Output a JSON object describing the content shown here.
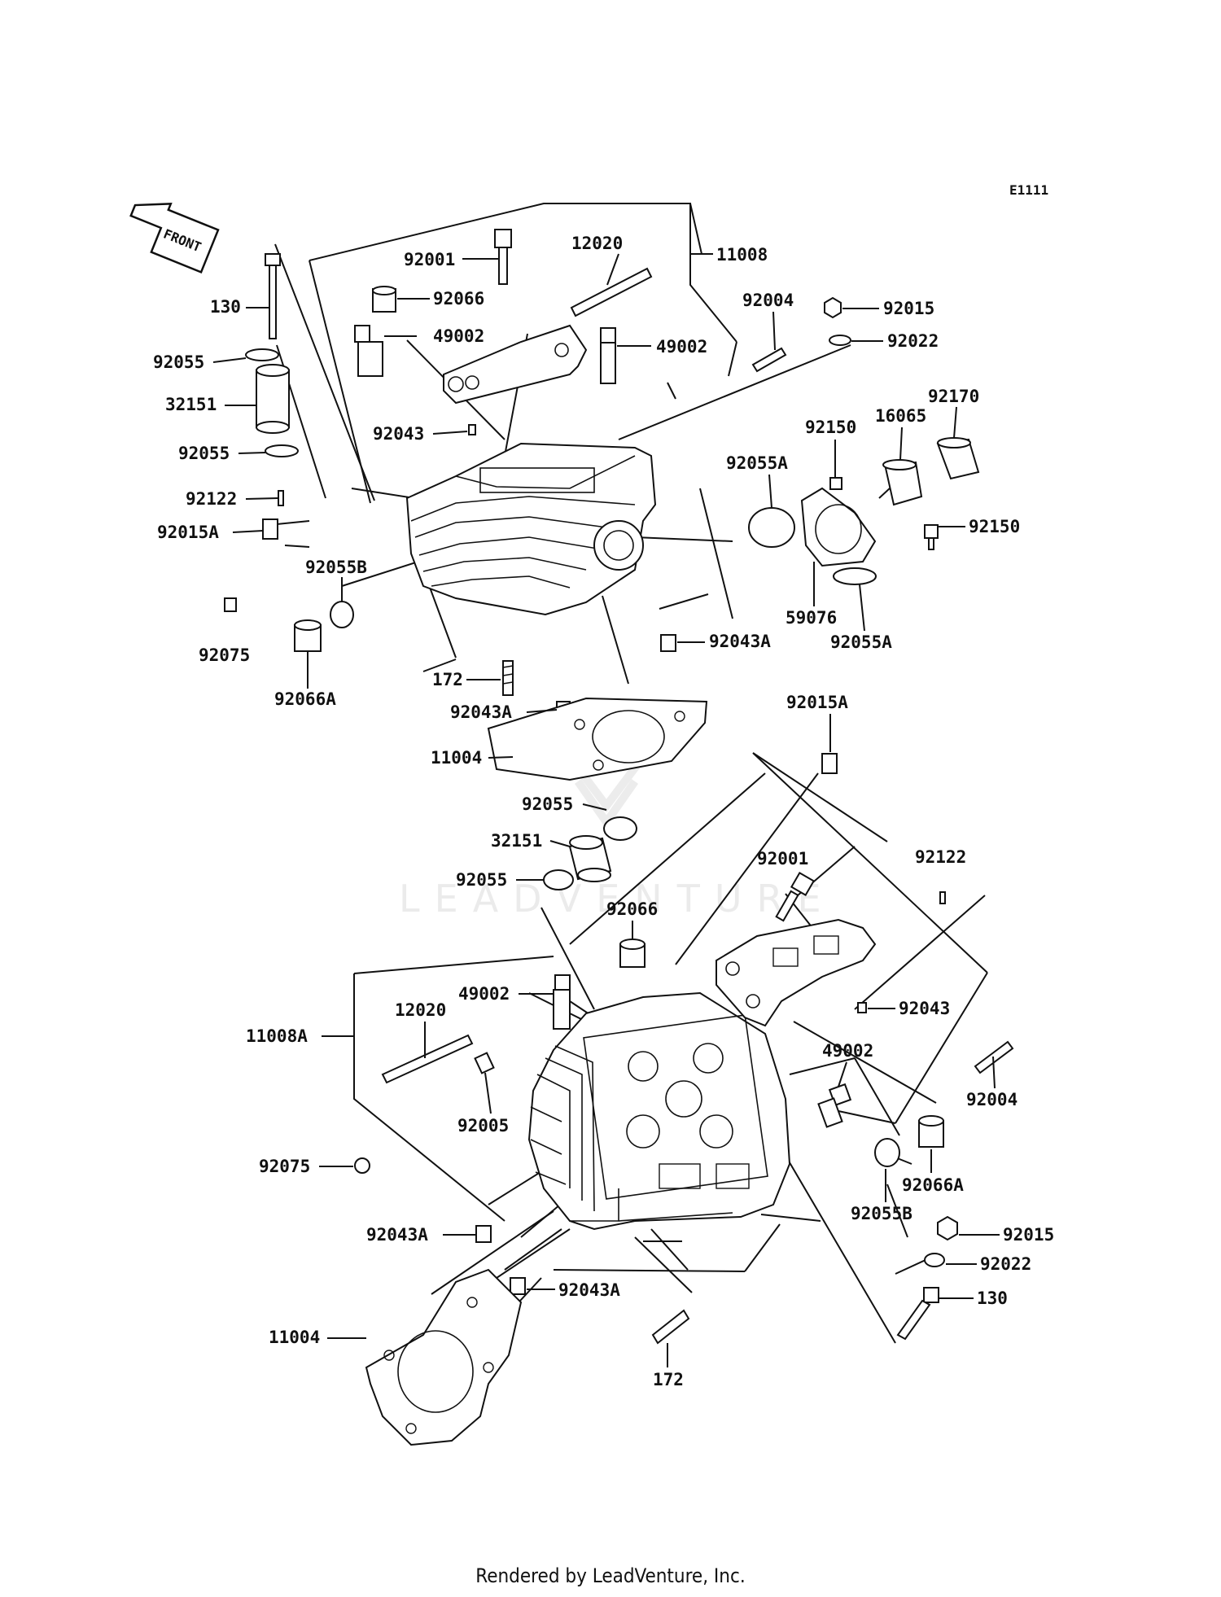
{
  "diagram_code": "E1111",
  "front_arrow_label": "FRONT",
  "watermark": "LEADVENTURE",
  "footer": "Rendered by LeadVenture, Inc.",
  "labels": {
    "front_cylinder": {
      "p130": "130",
      "p92055_top": "92055",
      "p32151": "32151",
      "p92055_bottom": "92055",
      "p92122": "92122",
      "p92015A": "92015A",
      "p92055B": "92055B",
      "p92075": "92075",
      "p92066A": "92066A",
      "p172": "172",
      "p92043A_mid": "92043A",
      "p11004": "11004",
      "p92001": "92001",
      "p92066": "92066",
      "p49002_left": "49002",
      "p12020": "12020",
      "p49002_right": "49002",
      "p11008": "11008",
      "p92004": "92004",
      "p92015": "92015",
      "p92022": "92022",
      "p92043": "92043",
      "p92170": "92170",
      "p92150_top": "92150",
      "p16065": "16065",
      "p92055A_top": "92055A",
      "p92150_right": "92150",
      "p59076": "59076",
      "p92055A_bottom": "92055A",
      "p92043A_right": "92043A"
    },
    "rear_cylinder": {
      "p92015A": "92015A",
      "p92055_top": "92055",
      "p32151": "32151",
      "p92055_bottom": "92055",
      "p92001": "92001",
      "p92122": "92122",
      "p92066": "92066",
      "p49002_left": "49002",
      "p92043": "92043",
      "p11008A": "11008A",
      "p12020": "12020",
      "p49002_right": "49002",
      "p92005": "92005",
      "p92004": "92004",
      "p92075": "92075",
      "p92066A": "92066A",
      "p92055B": "92055B",
      "p92043A_left": "92043A",
      "p92015": "92015",
      "p92022": "92022",
      "p92043A_bottom": "92043A",
      "p130": "130",
      "p11004": "11004",
      "p172": "172"
    }
  }
}
